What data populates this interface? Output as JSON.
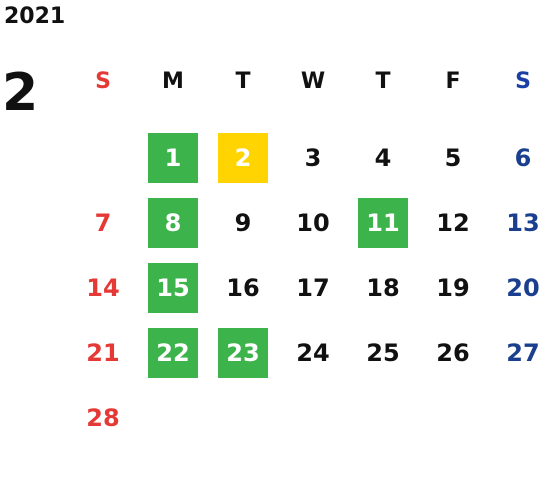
{
  "calendar": {
    "year": "2021",
    "month": "2",
    "weekdays": [
      "S",
      "M",
      "T",
      "W",
      "T",
      "F",
      "S"
    ],
    "days": [
      "",
      "1",
      "2",
      "3",
      "4",
      "5",
      "6",
      "7",
      "8",
      "9",
      "10",
      "11",
      "12",
      "13",
      "14",
      "15",
      "16",
      "17",
      "18",
      "19",
      "20",
      "21",
      "22",
      "23",
      "24",
      "25",
      "26",
      "27",
      "28",
      "",
      "",
      "",
      "",
      "",
      ""
    ],
    "highlight_colors": {
      "green": "#3cb44b",
      "yellow": "#ffd400",
      "sunday_text": "#e53935",
      "saturday_text": "#1a3fa6"
    }
  }
}
